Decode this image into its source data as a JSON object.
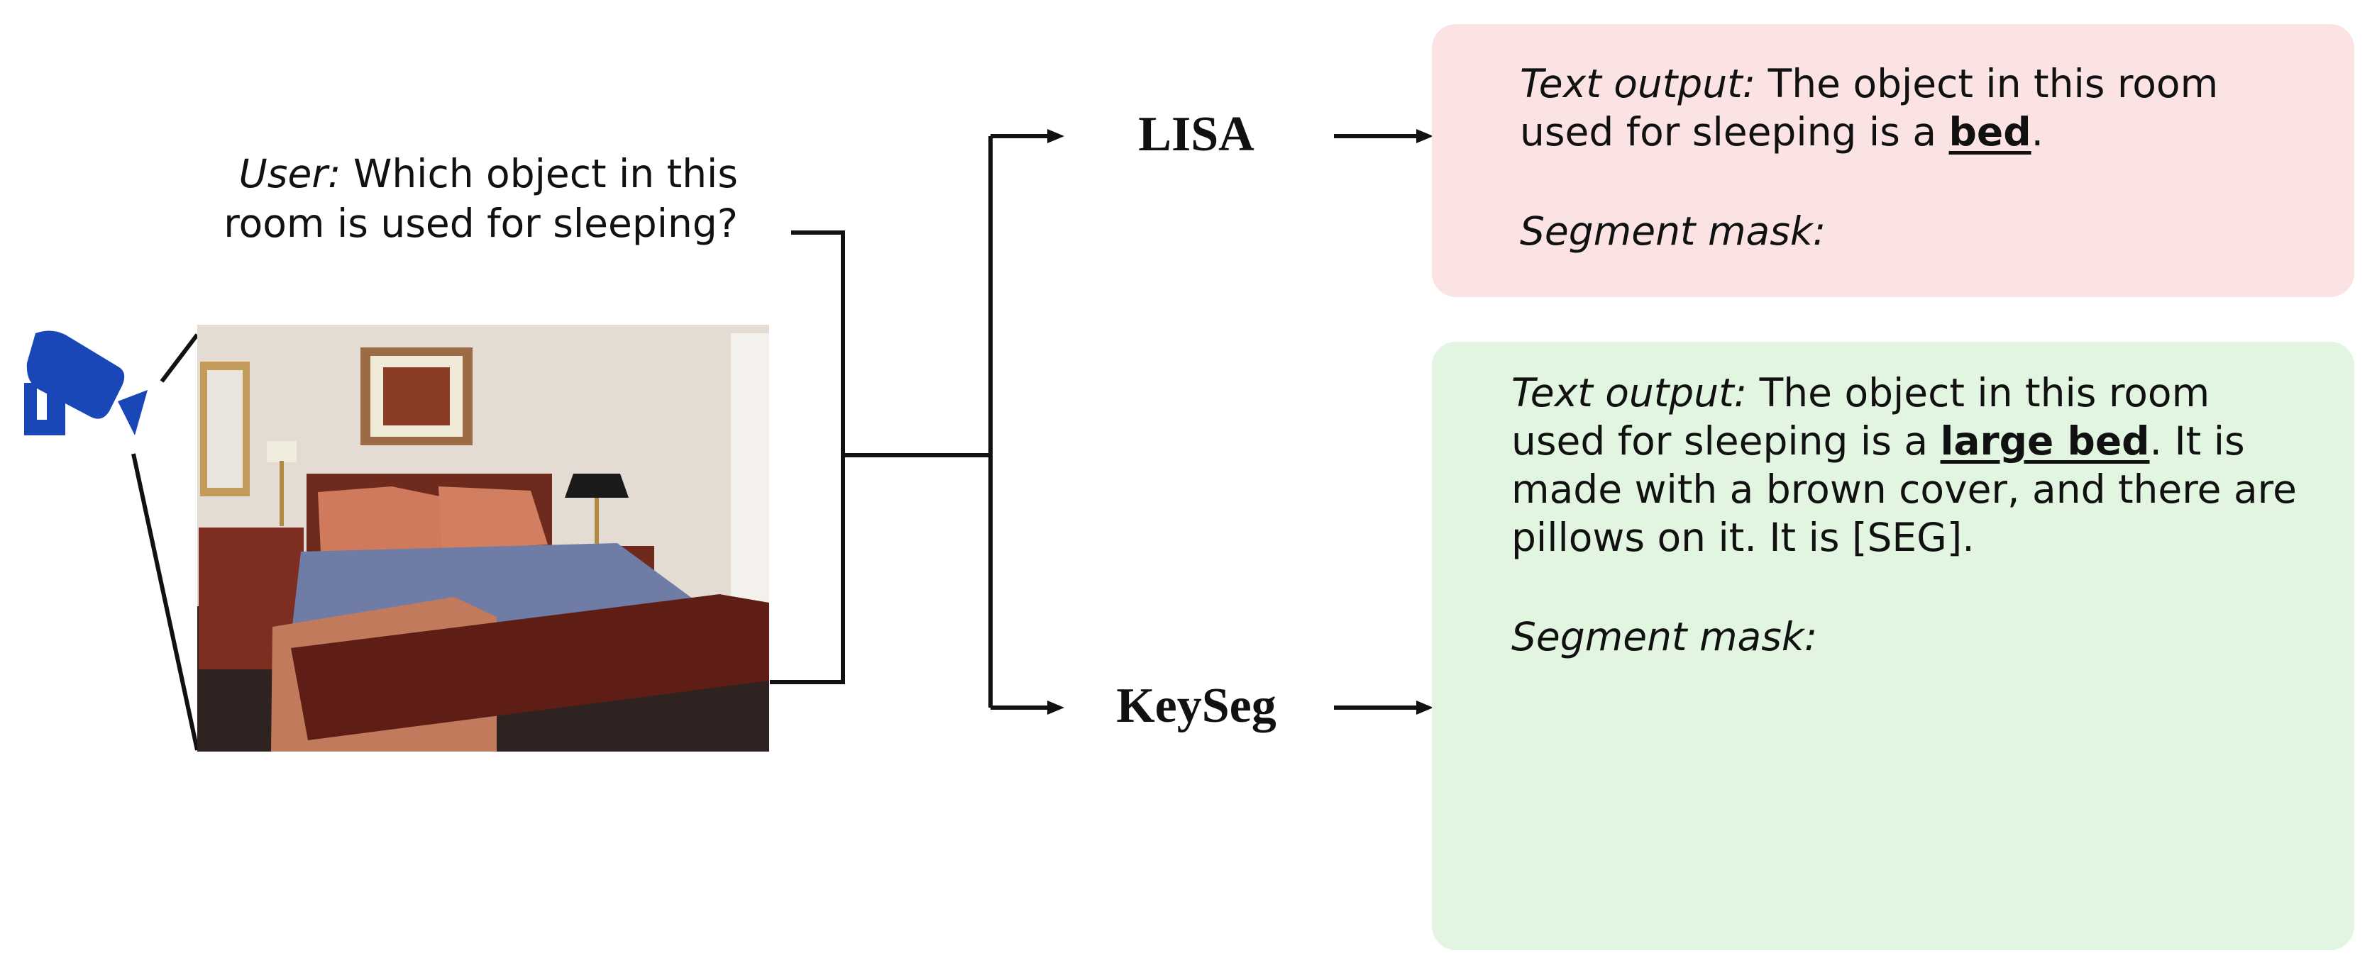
{
  "user_query": {
    "speaker": "User:",
    "line1": "Which object in this",
    "line2": "room is used for sleeping?"
  },
  "models": {
    "top": "LISA",
    "bottom": "KeySeg"
  },
  "lisa_output": {
    "text_label": "Text output:",
    "line1": "The object in this room",
    "line2_pre": "used for sleeping is a ",
    "line2_bold": "bed",
    "line2_post": ".",
    "mask_label": "Segment mask:",
    "result_icon": "red-cross-icon"
  },
  "keyseg_output": {
    "text_label": "Text output:",
    "line1": "The object in this room",
    "line2_pre": "used for sleeping is a ",
    "line2_bold": "large bed",
    "line2_post": ". It is",
    "line3": "made with a brown cover, and there are",
    "line4": "pillows on it. It is [SEG].",
    "mask_label": "Segment mask:",
    "result_icon": "green-check-icon"
  },
  "colors": {
    "lisa_panel": "#fbe3e3",
    "keyseg_panel": "#e2f5e0",
    "camera": "#1a47b8",
    "cross": "#e0101a",
    "check": "#17b33a",
    "mask_fill": "#d81e1e",
    "mask_outline": "#f5f51a"
  }
}
